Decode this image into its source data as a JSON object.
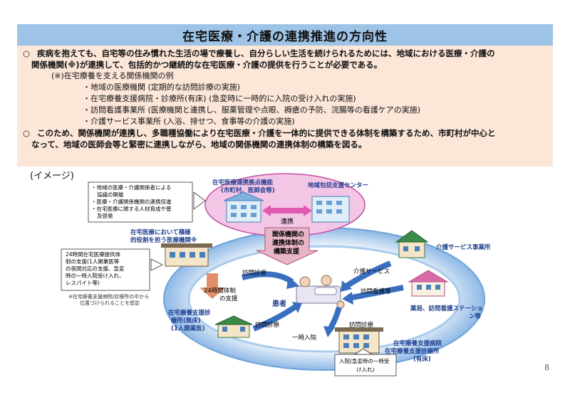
{
  "title": "在宅医療・介護の連携推進の方向性",
  "summary": {
    "bullet_symbol": "○",
    "p1_line1": "疾病を抱えても、自宅等の住み慣れた生活の場で療養し、自分らしい生活を続けられるためには、地域における医療・介護の",
    "p1_line2": "関係機関(※)が連携して、包括的かつ継続的な在宅医療・介護の提供を行うことが必要である。",
    "note": "(※)在宅療養を支える関係機関の例",
    "examples": [
      "・地域の医療機関 (定期的な訪問診療の実施)",
      "・在宅療養支援病院・診療所(有床) (急変時に一時的に入院の受け入れの実施)",
      "・訪問看護事業所 (医療機関と連携し、服薬管理や点眼、褥瘡の予防、浣腸等の看護ケアの実施)",
      "・介護サービス事業所 (入浴、排せつ、食事等の介護の実施)"
    ],
    "p2_line1": "このため、関係機関が連携し、多職種協働により在宅医療・介護を一体的に提供できる体制を構築するため、市町村が中心と",
    "p2_line2": "なって、地域の医師会等と緊密に連携しながら、地域の関係機関の連携体制の構築を図る。"
  },
  "image_label": "(イメージ)",
  "diagram": {
    "left_note": [
      "・地域の医療・介護関係者による",
      "協議の開催",
      "・医療・介護関係機関の連携促進",
      "・在宅医療に関する人材育成や普",
      "及啓発"
    ],
    "hub_label_1": "在宅医療連携拠点機能",
    "hub_label_2": "(市町村、医師会等)",
    "center_label": "地域包括支援センター",
    "renkei": "連携",
    "system_box": [
      "関係機関の",
      "連携体制の",
      "構築支援"
    ],
    "active_role_1": "在宅医療において積極",
    "active_role_2": "的役割を担う医療機関※",
    "support_box": [
      "24時間在宅医療提供体",
      "制の支援(1人開業医等",
      "の夜間対応の支援、急変",
      "時の一時入院受け入れ、",
      "レスパイト等)"
    ],
    "footnote_1": "※在宅療養支援病院/診療所の中から",
    "footnote_2": "位置づけられることを想定",
    "kaigo_jigyosho": "介護サービス事業所",
    "houmon_shinryo_1": "訪問診療",
    "kaigo_service": "介護サービス",
    "taisei_24_1": "24時間体制",
    "taisei_24_2": "の支援",
    "houmon_kango": "訪問看護等",
    "kanja": "患者",
    "pharmacy_1": "薬局、訪問看護ステーショ",
    "pharmacy_2": "ン等",
    "clinic_1": "在宅療養支援診",
    "clinic_2": "療所(無床)",
    "clinic_3": "(1人開業医)",
    "houmon_shinryo_2": "訪問診療",
    "houmon_shinryo_3": "訪問診療",
    "ichiji_nyuin": "一時入院",
    "hospital_1": "在宅療養支援病院",
    "hospital_2": "在宅療養支援診療所",
    "hospital_3": "(有床)",
    "admission_1": "入院(急変時の一時受",
    "admission_2": "け入れ)"
  },
  "page_number": "8",
  "colors": {
    "title_bg": "#9dc3e6",
    "summary_bg": "#fbe6d8",
    "hub_fill": "#f3c6e6",
    "ring": "#6fa3d8",
    "accent_text": "#1f3f8f"
  }
}
